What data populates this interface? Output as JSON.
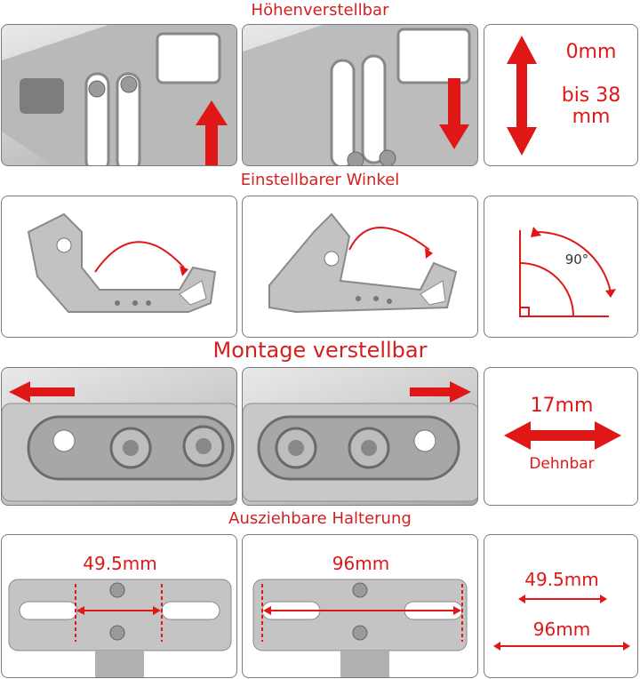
{
  "sections": {
    "height": {
      "title": "Höhenverstellbar",
      "min_label": "0mm",
      "max_label_line1": "bis 38",
      "max_label_line2": "mm"
    },
    "angle": {
      "title": "Einstellbarer Winkel",
      "angle_label": "90°"
    },
    "mount": {
      "title": "Montage verstellbar",
      "extend_label": "17mm",
      "stretch_label": "Dehnbar"
    },
    "holder": {
      "title": "Ausziehbare Halterung",
      "small_label": "49.5mm",
      "large_label": "96mm",
      "summary_small": "49.5mm",
      "summary_large": "96mm"
    }
  },
  "colors": {
    "accent": "#e01717",
    "frame": "#7a7a7a",
    "metal": "#b8b8b8"
  }
}
